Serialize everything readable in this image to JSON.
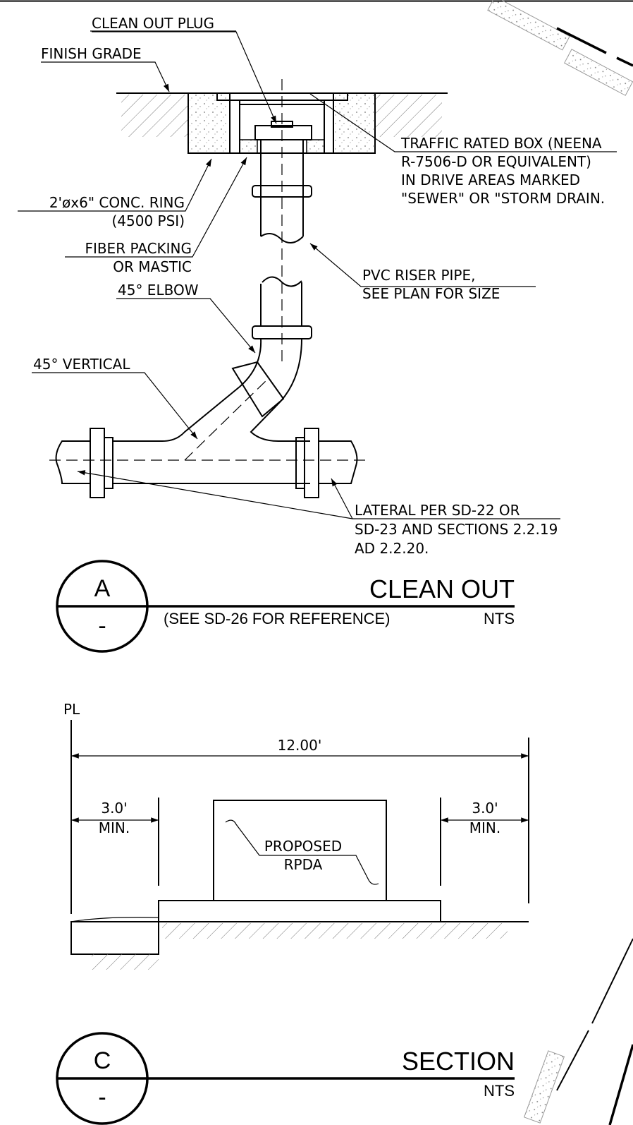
{
  "detail_a": {
    "labels": {
      "clean_out_plug": "CLEAN OUT PLUG",
      "finish_grade": "FINISH GRADE",
      "traffic_box_1": "TRAFFIC RATED BOX (NEENA",
      "traffic_box_2": "R-7506-D OR EQUIVALENT)",
      "traffic_box_3": "IN DRIVE AREAS MARKED",
      "traffic_box_4": "\"SEWER\" OR \"STORM DRAIN.",
      "conc_ring_1": "2'øx6\" CONC. RING",
      "conc_ring_2": "(4500 PSI)",
      "fiber_1": "FIBER PACKING",
      "fiber_2": "OR MASTIC",
      "pvc_1": "PVC RISER PIPE,",
      "pvc_2": "SEE PLAN FOR SIZE",
      "elbow": "45° ELBOW",
      "vertical": "45° VERTICAL",
      "lateral_1": "LATERAL PER SD-22 OR",
      "lateral_2": "SD-23 AND SECTIONS 2.2.19",
      "lateral_3": "AD 2.2.20."
    },
    "title_block": {
      "letter": "A",
      "sheet": "-",
      "title": "CLEAN OUT",
      "subtitle": "(SEE SD-26 FOR REFERENCE)",
      "scale": "NTS"
    }
  },
  "detail_c": {
    "labels": {
      "pl": "PL",
      "overall": "12.00'",
      "left_dim_1": "3.0'",
      "left_dim_2": "MIN.",
      "right_dim_1": "3.0'",
      "right_dim_2": "MIN.",
      "proposed_1": "PROPOSED",
      "proposed_2": "RPDA"
    },
    "title_block": {
      "letter": "C",
      "sheet": "-",
      "title": "SECTION",
      "scale": "NTS"
    }
  }
}
